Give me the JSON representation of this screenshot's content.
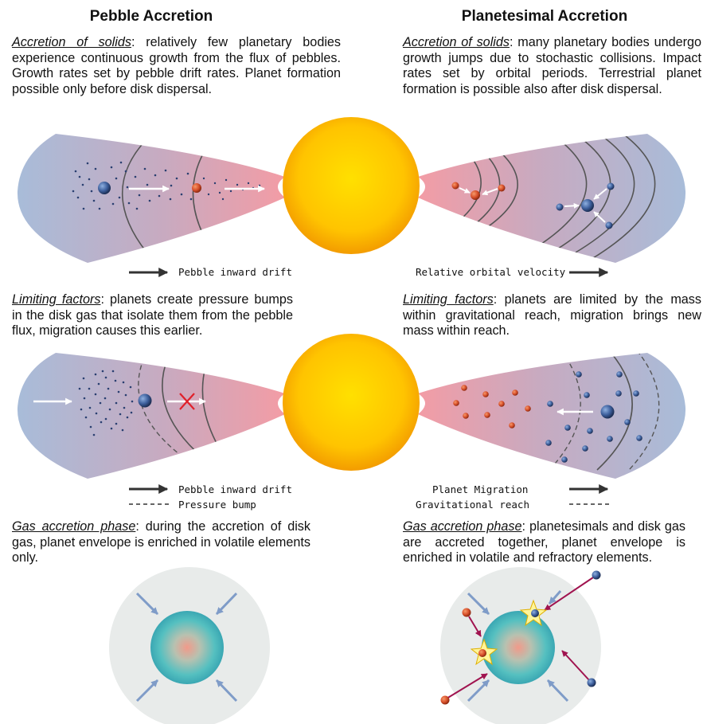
{
  "columns": {
    "left_title": "Pebble Accretion",
    "right_title": "Planetesimal Accretion"
  },
  "left": {
    "p1_term": "Accretion of solids",
    "p1_text": ": relatively few planetary bodies experience continuous growth from the flux of pebbles. Growth rates set by pebble drift rates. Planet formation possible only before disk dispersal.",
    "p2_term": "Limiting factors",
    "p2_text": ": planets create pressure bumps in the disk gas that isolate them from the pebble flux, migration causes this earlier.",
    "p3_term": "Gas accretion phase",
    "p3_text": ": during the accretion of disk gas, planet envelope is enriched in volatile elements only.",
    "legend1": "Pebble inward drift",
    "legend2a": "Pebble inward drift",
    "legend2b": "Pressure bump"
  },
  "right": {
    "p1_term": "Accretion of solids",
    "p1_text": ": many planetary bodies undergo growth jumps due to stochastic collisions. Impact rates set by orbital periods. Terrestrial planet formation is possible also after disk dispersal.",
    "p2_term": "Limiting factors",
    "p2_text": ": planets are limited by the mass within gravitational reach, migration brings new mass within reach.",
    "p3_term": "Gas accretion phase",
    "p3_text": ": planetesimals and disk gas are accreted together, planet envelope is enriched in volatile and refractory elements.",
    "legend1": "Relative orbital velocity",
    "legend2a": "Planet Migration",
    "legend2b": "Gravitational reach"
  },
  "colors": {
    "star_core": "#ffd400",
    "star_edge": "#f7a600",
    "disk_outer": "#a9bcd8",
    "disk_inner": "#f0a3ab",
    "pebble": "#2a3f70",
    "planet_blue": "#3d5f9c",
    "planet_red": "#d8502b",
    "impact_arrow": "#a0134f",
    "gas_arrow": "#7f9cc8",
    "envelope": "#4fbcbc"
  }
}
